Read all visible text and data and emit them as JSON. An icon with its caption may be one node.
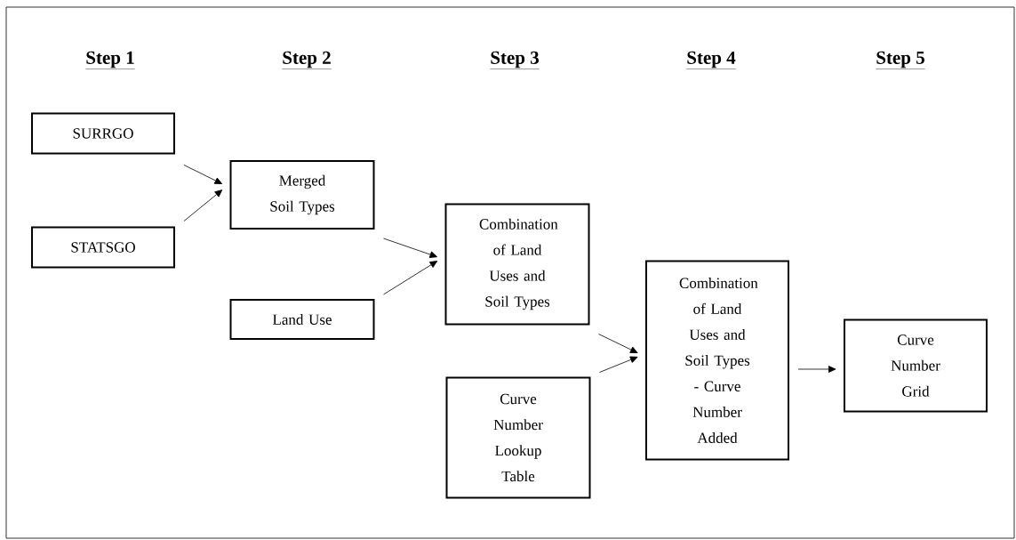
{
  "diagram": {
    "nodes": [
      {
        "text": [
          "SURRGO"
        ]
      },
      {
        "text": [
          "STATSGO"
        ]
      },
      {
        "text": [
          "Merged Soil Types"
        ]
      },
      {
        "text": [
          "Land Use"
        ]
      },
      {
        "text": [
          "Combination of Land Uses and Soil Types"
        ]
      },
      {
        "text": [
          "Curve Number Lookup Table"
        ]
      },
      {
        "text": [
          "Combination of Land Uses and Soil Types - Curve Number Added"
        ]
      },
      {
        "text": [
          "Curve Number Grid"
        ]
      }
    ],
    "edges": [
      {
        "from": 0,
        "to": 2,
        "arrow": "to"
      },
      {
        "from": 1,
        "to": 2,
        "arrow": "to"
      },
      {
        "from": 2,
        "to": 4,
        "arrow": "to"
      },
      {
        "from": 3,
        "to": 4,
        "arrow": "to"
      },
      {
        "from": 4,
        "to": 6,
        "arrow": "to"
      },
      {
        "from": 5,
        "to": 6,
        "arrow": "to"
      },
      {
        "from": 6,
        "to": 7,
        "arrow": "to"
      }
    ],
    "labels": [
      "Step 1",
      "Step 2",
      "Step 3",
      "Step 4",
      "Step 5"
    ]
  }
}
